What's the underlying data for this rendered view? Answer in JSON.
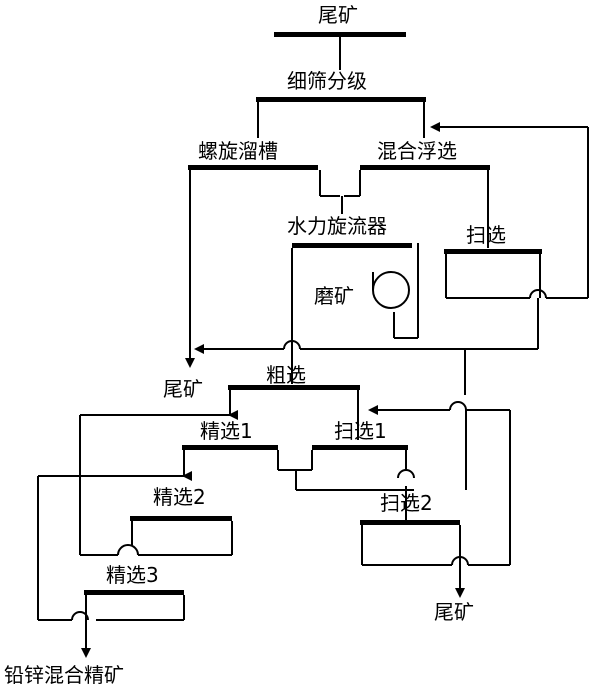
{
  "labels": {
    "tailings_top": "尾矿",
    "fine_screening": "细筛分级",
    "spiral_chute": "螺旋溜槽",
    "bulk_flotation": "混合浮选",
    "hydrocyclone": "水力旋流器",
    "scavenging": "扫选",
    "grinding": "磨矿",
    "rougher": "粗选",
    "tailings_mid": "尾矿",
    "cleaner1": "精选1",
    "scavenger1": "扫选1",
    "cleaner2": "精选2",
    "scavenger2": "扫选2",
    "cleaner3": "精选3",
    "tailings_final": "尾矿",
    "concentrate": "铅锌混合精矿"
  }
}
